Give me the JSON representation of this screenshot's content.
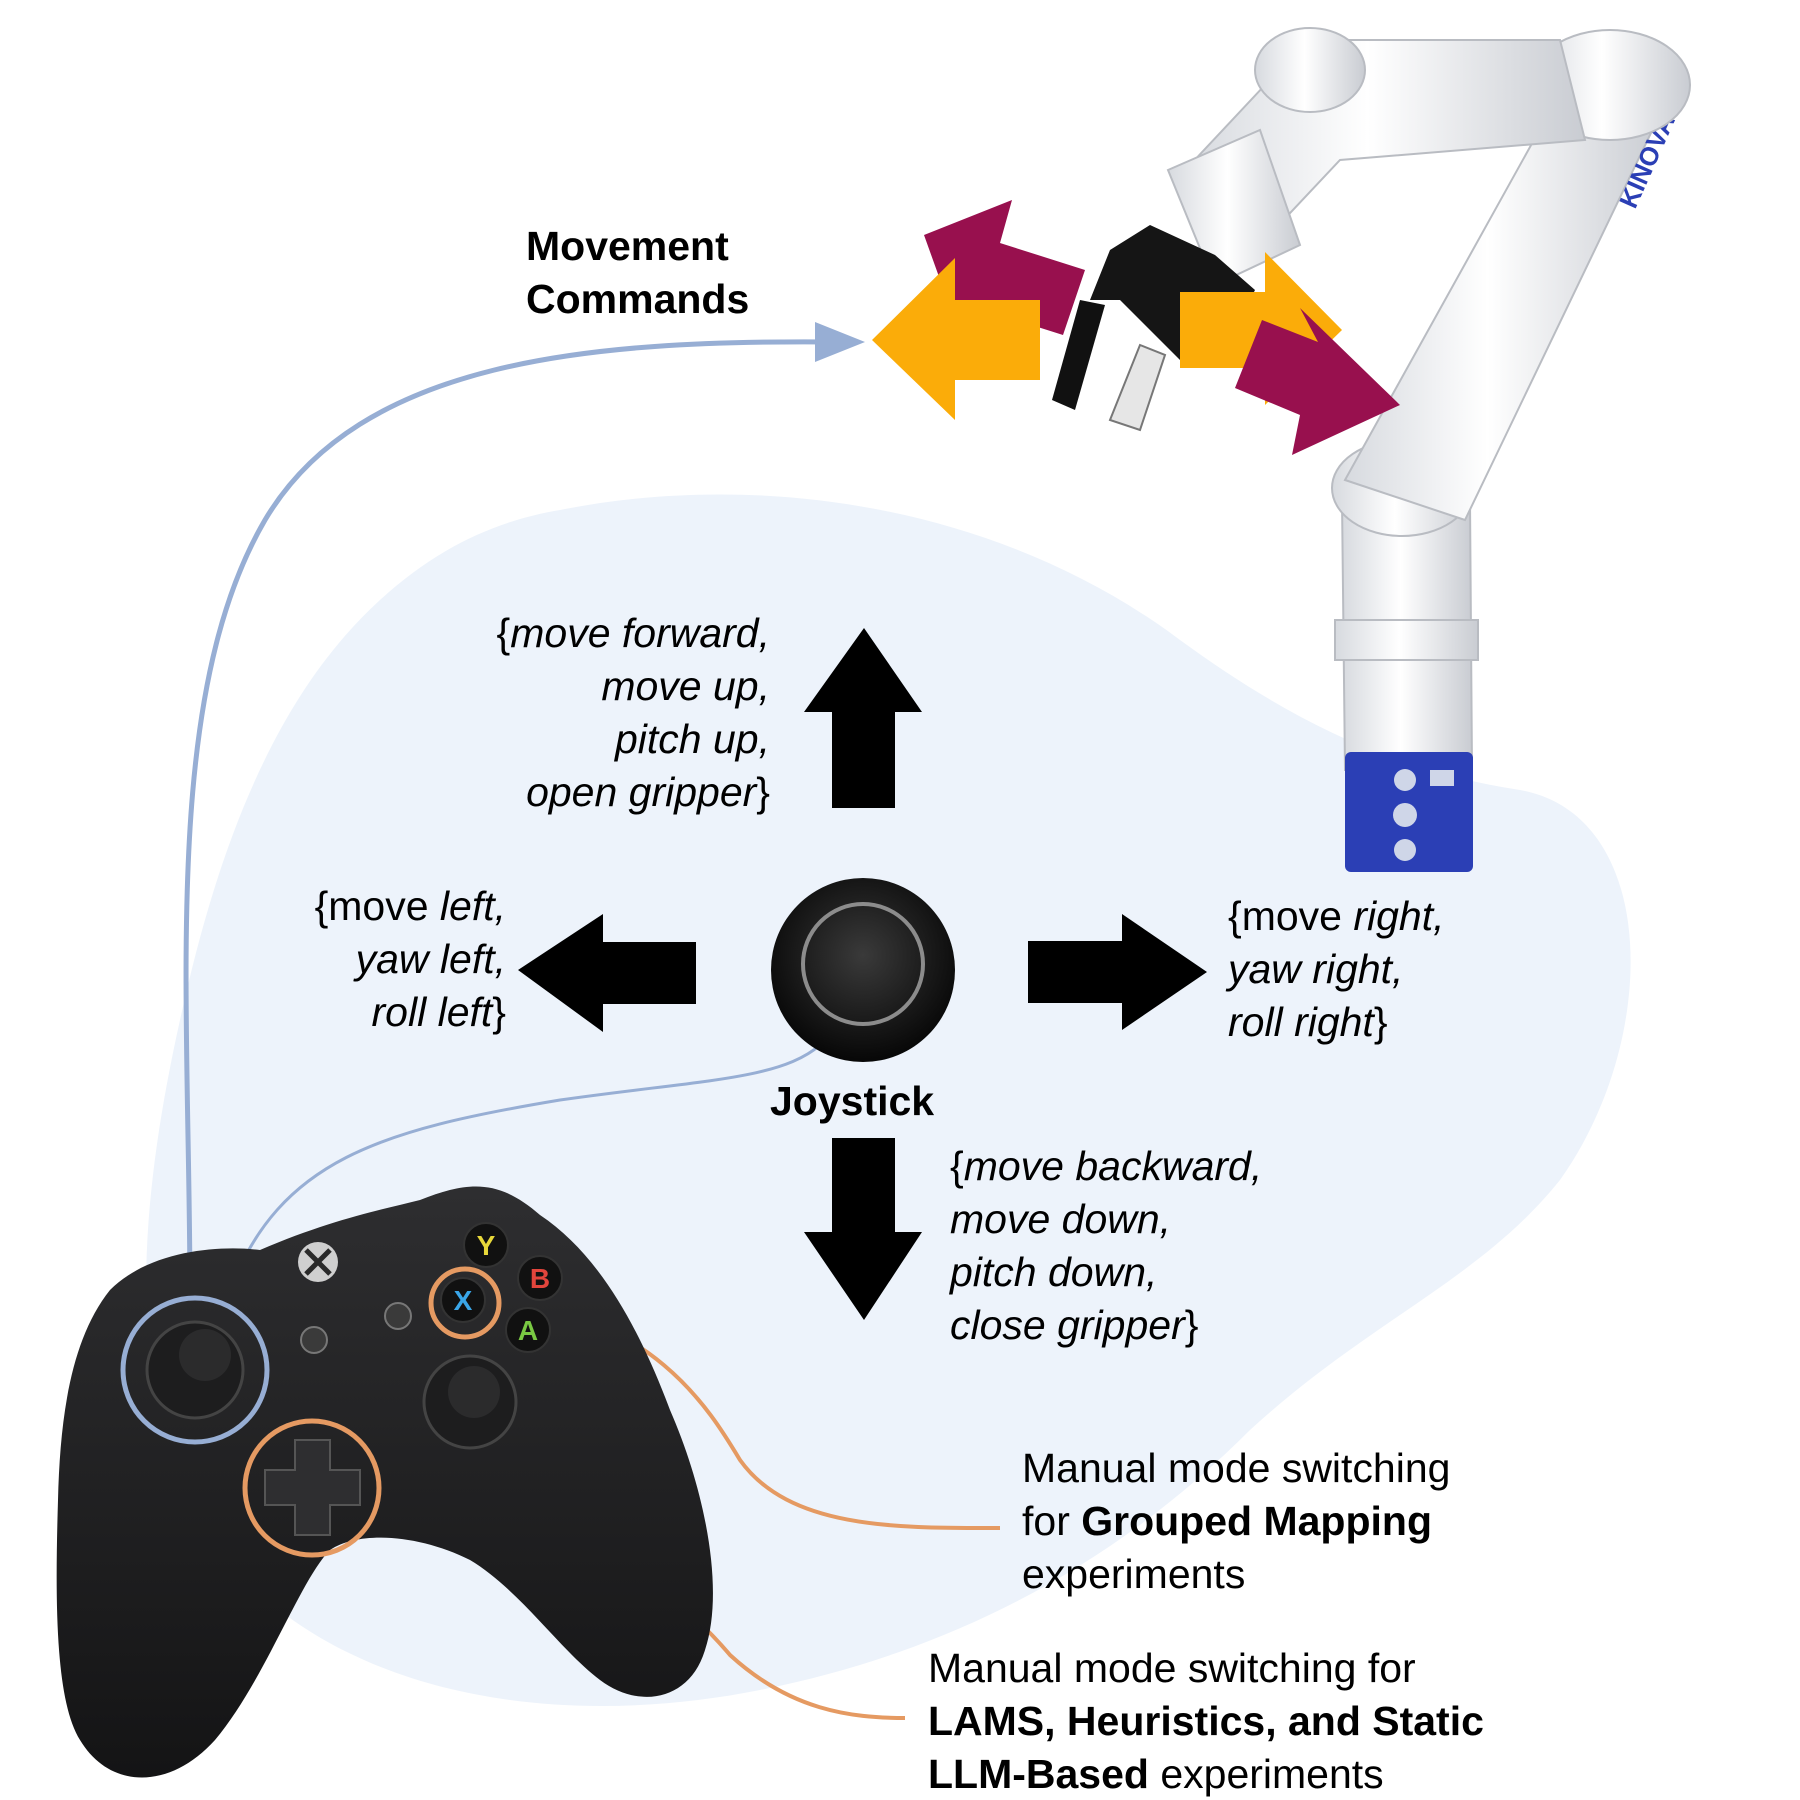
{
  "labels": {
    "movement_commands": [
      "Movement",
      "Commands"
    ],
    "joystick": "Joystick",
    "up": {
      "line1_open": "{",
      "line1": "move forward,",
      "line2": "move up,",
      "line3": "pitch up,",
      "line4": "open gripper",
      "line4_close": "}"
    },
    "left": {
      "line1_open": "{move ",
      "line1_it": "left,",
      "line2": "yaw left,",
      "line3": "roll left",
      "line3_close": "}"
    },
    "right": {
      "line1_open": "{move ",
      "line1_it": "right,",
      "line2": "yaw right,",
      "line3": "roll right",
      "line3_close": "}"
    },
    "down": {
      "line1_open": "{",
      "line1": "move backward,",
      "line2": "move down,",
      "line3": "pitch down,",
      "line4": "close gripper",
      "line4_close": "}"
    },
    "grouped": {
      "line1": "Manual mode switching",
      "line2_pre": "for ",
      "line2_bold": "Grouped Mapping",
      "line3": "experiments"
    },
    "lams": {
      "line1": "Manual mode switching for",
      "line2_bold": "LAMS, Heuristics, and Static",
      "line3_bold": "LLM-Based",
      "line3_post": " experiments"
    }
  },
  "controller": {
    "buttons": [
      {
        "name": "y",
        "letter": "Y",
        "color": "#e8d83a"
      },
      {
        "name": "b",
        "letter": "B",
        "color": "#e2453c"
      },
      {
        "name": "x",
        "letter": "X",
        "color": "#3aa6e8"
      },
      {
        "name": "a",
        "letter": "A",
        "color": "#7ac943"
      }
    ]
  },
  "robot": {
    "brand": "KINOVA"
  },
  "colors": {
    "blob": "#edf3fb",
    "connector_blue": "#97aed4",
    "connector_orange": "#e59a62",
    "arrow_gold": "#fbac09",
    "arrow_maroon": "#98104e",
    "arrow_black": "#000000",
    "robot_blue": "#2b3fb5"
  }
}
